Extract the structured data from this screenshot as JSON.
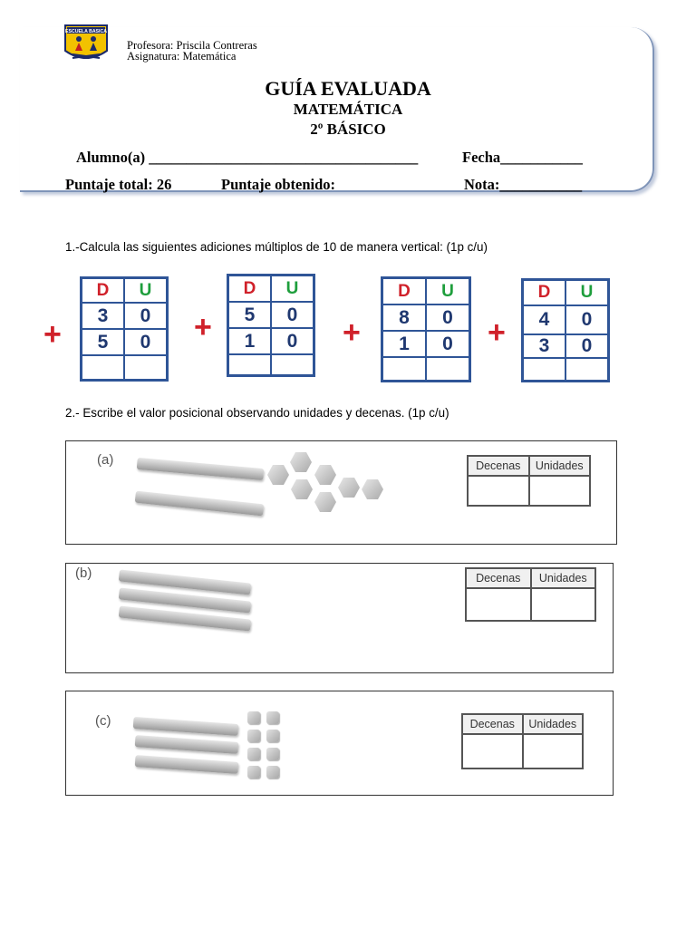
{
  "header": {
    "teacher": "Profesora: Priscila Contreras",
    "subject": "Asignatura: Matemática",
    "logo_text": "ESCUELA BASICA",
    "title": "GUÍA EVALUADA",
    "subtitle": "MATEMÁTICA",
    "grade": "2º BÁSICO",
    "student_label": "Alumno(a) ____________________________________",
    "date_label": "Fecha___________",
    "total_score": "Puntaje total: 26",
    "obtained_score": "Puntaje obtenido:",
    "grade_label": "Nota:___________"
  },
  "section1": {
    "instruction": "1.-Calcula las siguientes adiciones múltiplos de 10 de manera vertical: (1p c/u)",
    "plus": "+",
    "head_d": "D",
    "head_u": "U",
    "problems": [
      {
        "a_d": "3",
        "a_u": "0",
        "b_d": "5",
        "b_u": "0"
      },
      {
        "a_d": "5",
        "a_u": "0",
        "b_d": "1",
        "b_u": "0"
      },
      {
        "a_d": "8",
        "a_u": "0",
        "b_d": "1",
        "b_u": "0"
      },
      {
        "a_d": "4",
        "a_u": "0",
        "b_d": "3",
        "b_u": "0"
      }
    ]
  },
  "section2": {
    "instruction": "2.- Escribe el valor posicional observando unidades y decenas. (1p c/u)",
    "col_decenas": "Decenas",
    "col_unidades": "Unidades",
    "items": [
      {
        "label": "(a)",
        "tens": 2,
        "units": 7
      },
      {
        "label": "(b)",
        "tens": 3,
        "units": 0
      },
      {
        "label": "(c)",
        "tens": 3,
        "units": 8
      }
    ]
  },
  "colors": {
    "table_border": "#2f5597",
    "digit": "#1f3870",
    "d_header": "#d0212a",
    "u_header": "#1e9e3c",
    "plus": "#d0212a",
    "frame": "#7f94b8"
  }
}
